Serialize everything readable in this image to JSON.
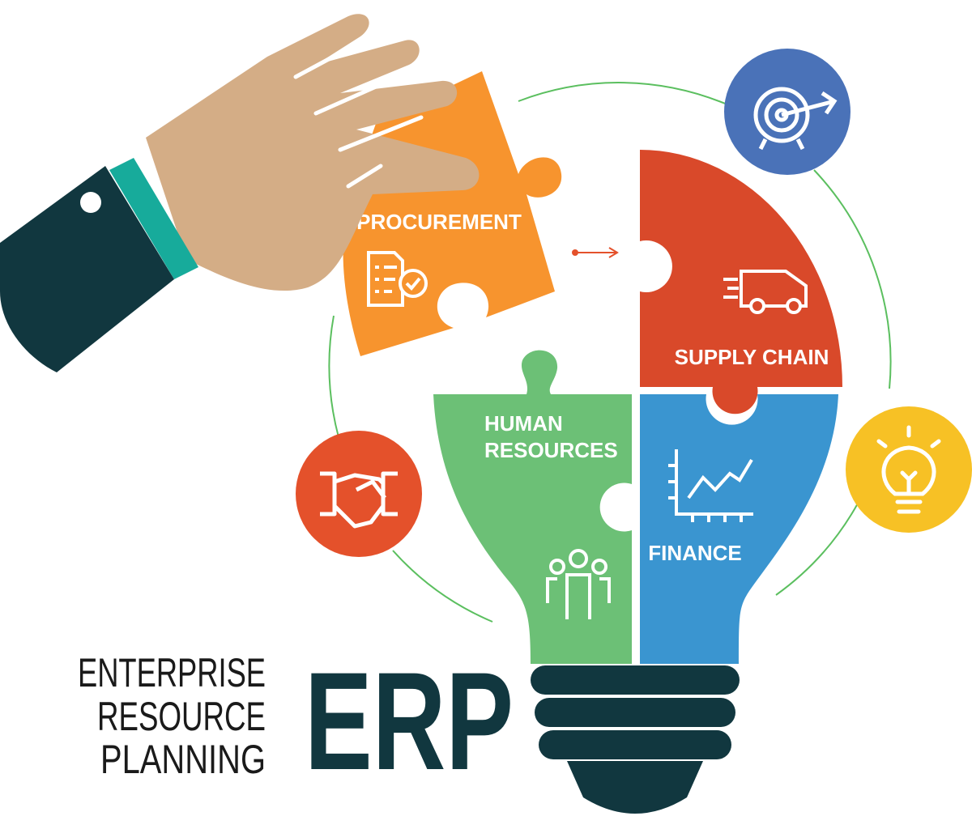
{
  "title_lines": [
    "ENTERPRISE",
    "RESOURCE",
    "PLANNING"
  ],
  "acronym": "ERP",
  "modules": {
    "procurement": "PROCUREMENT",
    "supply_chain": "SUPPLY CHAIN",
    "human_resources": [
      "HUMAN",
      "RESOURCES"
    ],
    "finance": "FINANCE"
  },
  "icons": [
    "target-icon",
    "lightbulb-icon",
    "handshake-icon",
    "document-check-icon",
    "delivery-truck-icon",
    "growth-chart-icon",
    "people-icon"
  ],
  "colors": {
    "procurement": "#f7942e",
    "supply_chain": "#d9492a",
    "human_resources": "#6cc076",
    "finance": "#3a95d0",
    "dark": "#11373f",
    "target_circle": "#4a72b8",
    "idea_circle": "#f7c125",
    "handshake_circle": "#e4512b",
    "orbit": "#5bbf5f"
  }
}
